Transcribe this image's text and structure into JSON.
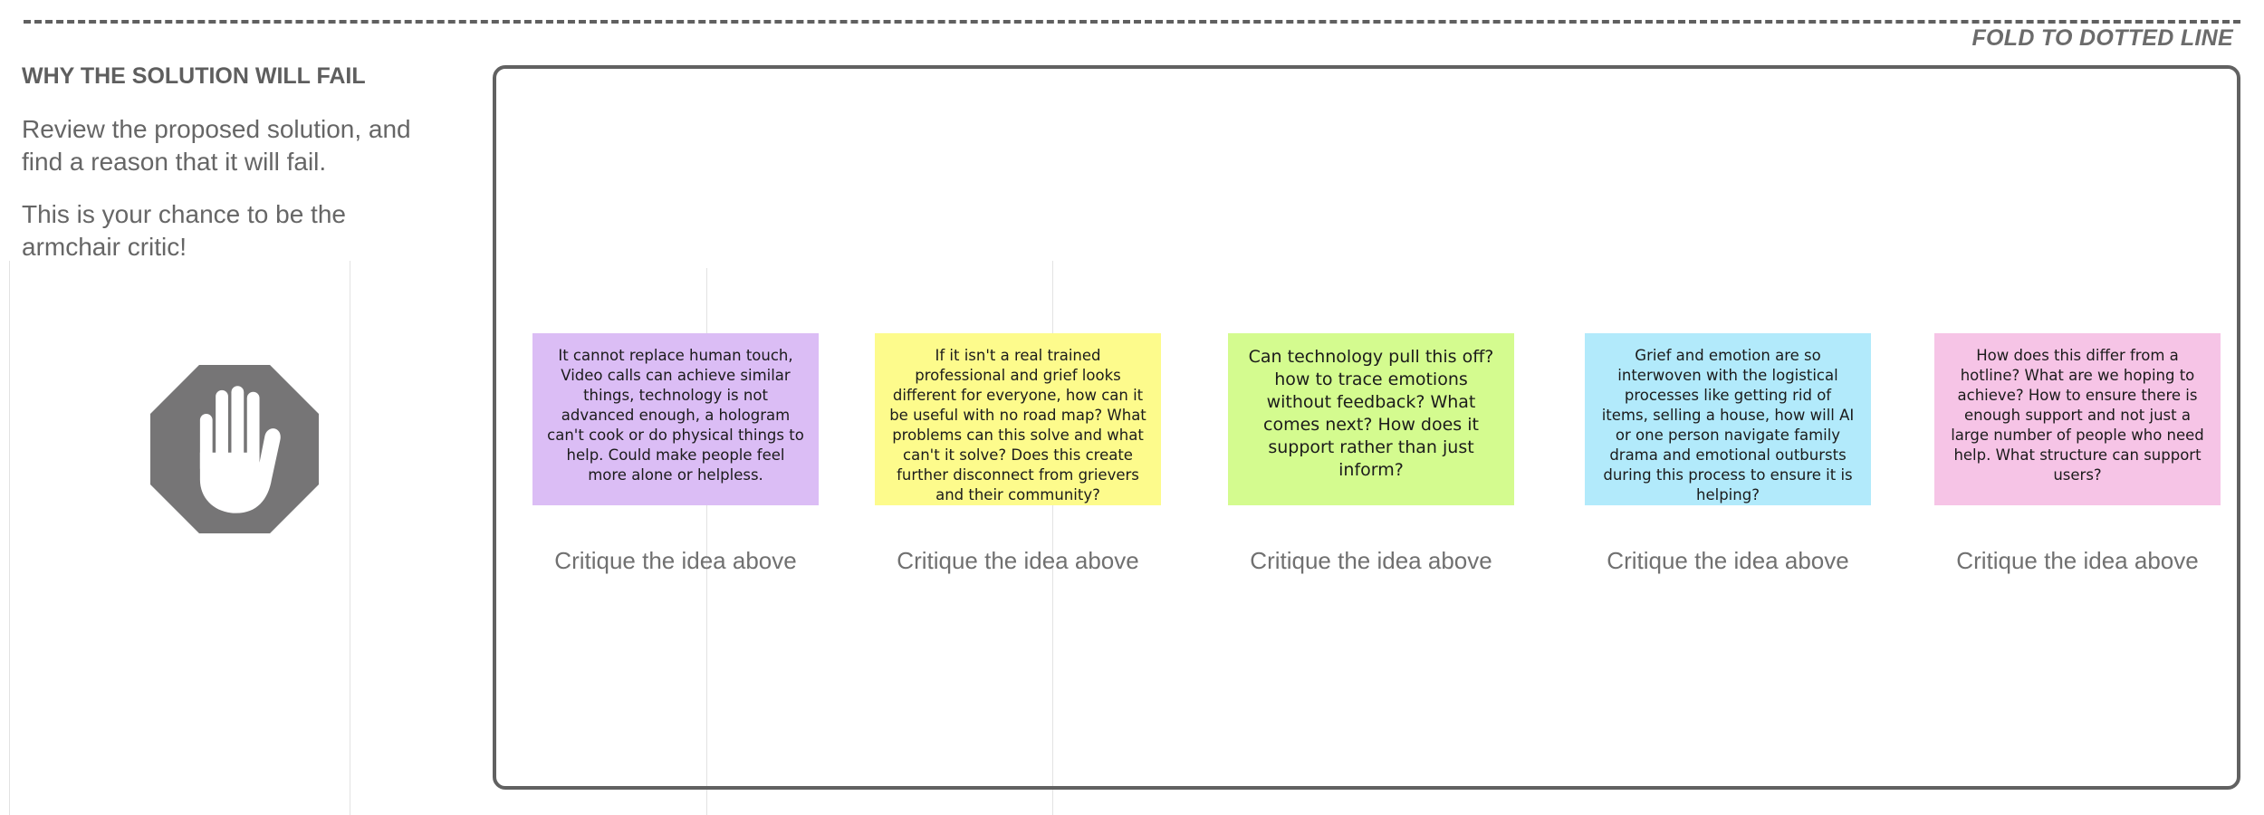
{
  "header": {
    "fold_label": "FOLD TO DOTTED LINE"
  },
  "left_panel": {
    "title": "WHY THE SOLUTION WILL FAIL",
    "instruction_1": "Review the proposed solution, and find a reason that it will fail.",
    "instruction_2": "This is your chance to be the armchair critic!",
    "icon": "stop-hand-icon"
  },
  "colors": {
    "stop_sign": "#767576",
    "board_border": "#616161",
    "sticky_purple": "#dbbdf5",
    "sticky_yellow": "#fdfb8c",
    "sticky_green": "#d4fb8f",
    "sticky_blue": "#b2eafb",
    "sticky_pink": "#f6c4e6"
  },
  "notes": [
    {
      "text": "It cannot replace human touch, Video calls can achieve similar things, technology is not advanced enough, a hologram can't cook or do physical things to help. Could make people feel more alone or helpless.",
      "color": "#dbbdf5",
      "critique": "Critique the idea above"
    },
    {
      "text": "If it isn't a real trained professional and grief looks different for everyone, how can it be useful with no road map? What problems can this solve and what can't it solve? Does this create further disconnect from grievers and their community?",
      "color": "#fdfb8c",
      "critique": "Critique the idea above"
    },
    {
      "text": "Can technology pull this off? how to trace emotions without feedback? What comes next? How does it support rather than just inform?",
      "color": "#d4fb8f",
      "critique": "Critique the idea above"
    },
    {
      "text": "Grief and emotion are so interwoven with the logistical processes like getting rid of items, selling a house, how will AI or one person navigate family drama and emotional outbursts during this process to ensure it is helping?",
      "color": "#b2eafb",
      "critique": "Critique the idea above"
    },
    {
      "text": "How does this differ from a hotline? What are we hoping to achieve? How to ensure there is enough support and not just a large number of people who need help. What structure can support users?",
      "color": "#f6c4e6",
      "critique": "Critique the idea above"
    }
  ]
}
